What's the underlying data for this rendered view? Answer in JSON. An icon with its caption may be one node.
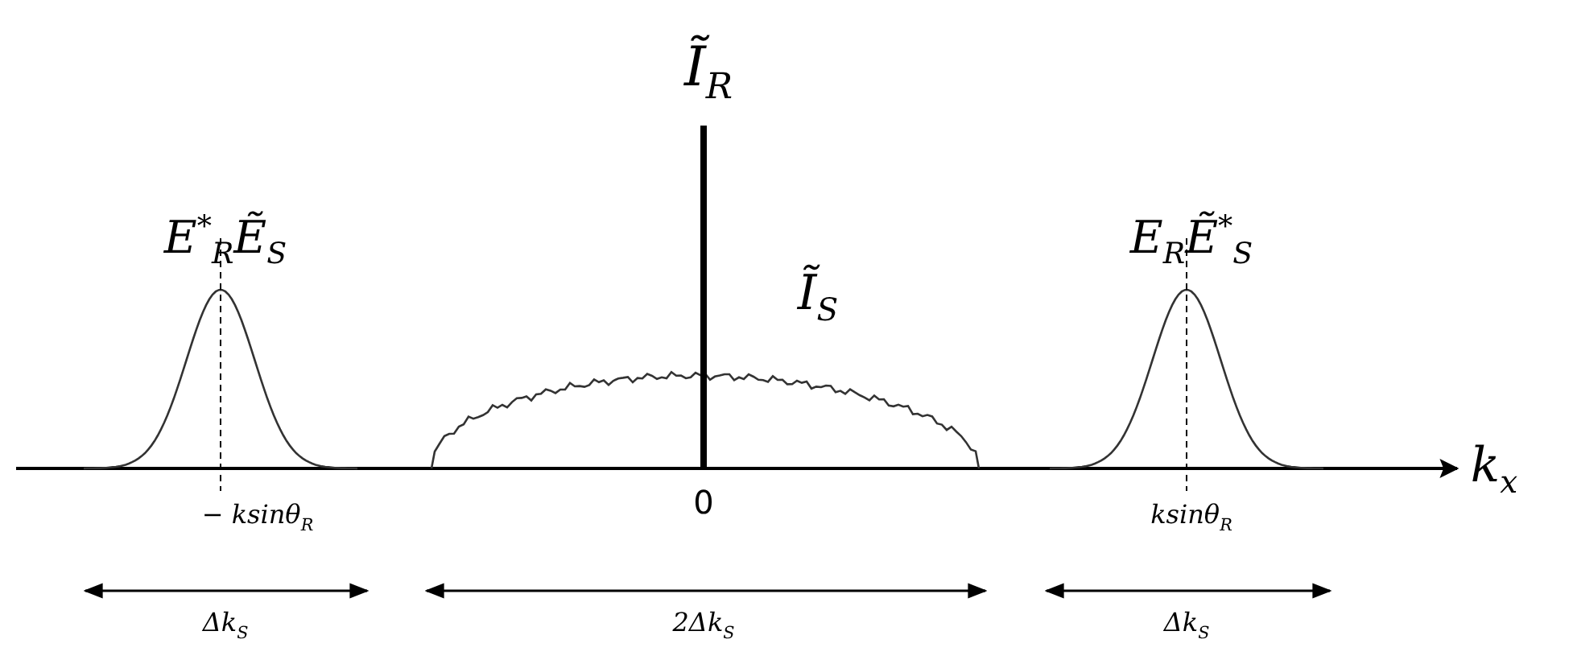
{
  "diagram": {
    "labels": [
      "Ĩ$_{R}$",
      "E$^{*}$$_{R}$Ẽ$_{S}$",
      "Ĩ$_{S}$",
      "E$_{R}$Ẽ$^{*}$$_{S}$",
      "k$_{x}$",
      "− ksinθ$_{R}$",
      "0",
      "ksinθ$_{R}$",
      "Δk$_{S}$",
      "2Δk$_{S}$",
      "Δk$_{S}$"
    ]
  }
}
